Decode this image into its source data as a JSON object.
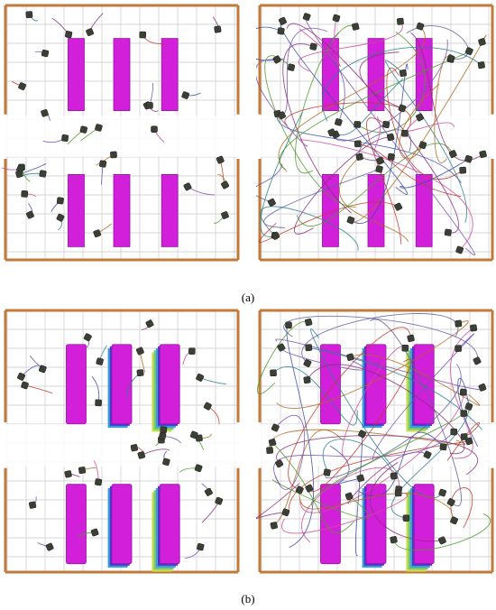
{
  "figure": {
    "label_a": "(a)",
    "label_b": "(b)"
  },
  "colors": {
    "wall": "#c07a3a",
    "grid": "#c9c9c9",
    "shelf": "#d21fd9",
    "shelf_outline": "#9b10a8",
    "robot": "#3b3f35",
    "trail_palette": [
      "#8b2f7a",
      "#3c4ea8",
      "#4c9a2a",
      "#c23a2e",
      "#7a4fb0",
      "#2d7f8f",
      "#b0681e",
      "#d04a9a",
      "#5e5e9e"
    ],
    "stack_layers": [
      "#c8e050",
      "#7bc86a",
      "#38a0d8",
      "#4a3ad0",
      "#d21fd9"
    ]
  },
  "panels": [
    {
      "id": "a-left",
      "robots": "few",
      "trails": "short",
      "shelf_style": "flat"
    },
    {
      "id": "a-right",
      "robots": "many",
      "trails": "long",
      "shelf_style": "flat"
    },
    {
      "id": "b-left",
      "robots": "few",
      "trails": "short",
      "shelf_style": "stacked"
    },
    {
      "id": "b-right",
      "robots": "many",
      "trails": "long",
      "shelf_style": "stacked"
    }
  ]
}
